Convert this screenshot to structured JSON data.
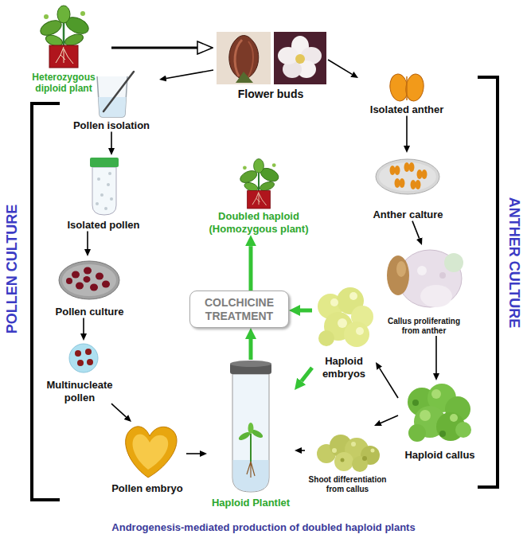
{
  "diagram": {
    "caption": "Androgenesis-mediated production of doubled haploid plants",
    "nodes": [
      {
        "text": [
          "Heterozygous diploid plant"
        ]
      },
      {
        "text": [
          "Flower buds"
        ]
      },
      {
        "text": [
          "Pollen isolation"
        ]
      },
      {
        "text": [
          "Isolated anther"
        ]
      },
      {
        "text": [
          "Isolated pollen"
        ]
      },
      {
        "text": [
          "Anther calture"
        ]
      },
      {
        "text": [
          "Doubled haploid (Homozygous plant)"
        ]
      },
      {
        "text": [
          "Callus proliferating from anther"
        ]
      },
      {
        "text": [
          "COLCHICINE TREATMENT"
        ]
      },
      {
        "text": [
          "Pollen culture"
        ]
      },
      {
        "text": [
          "Haploid embryos"
        ]
      },
      {
        "text": [
          "Multinucleate pollen"
        ]
      },
      {
        "text": [
          "Haploid callus"
        ]
      },
      {
        "text": [
          "Pollen embryo"
        ]
      },
      {
        "text": [
          "Haploid Plantlet"
        ]
      },
      {
        "text": [
          "Shoot differentiation from callus"
        ]
      }
    ],
    "edges": [
      {
        "from": 0,
        "to": 1,
        "arrow": "to"
      },
      {
        "from": 1,
        "to": 2,
        "arrow": "to"
      },
      {
        "from": 1,
        "to": 3,
        "arrow": "to"
      },
      {
        "from": 2,
        "to": 4,
        "arrow": "to"
      },
      {
        "from": 4,
        "to": 9,
        "arrow": "to"
      },
      {
        "from": 9,
        "to": 11,
        "arrow": "to"
      },
      {
        "from": 11,
        "to": 13,
        "arrow": "to"
      },
      {
        "from": 13,
        "to": 14,
        "arrow": "to"
      },
      {
        "from": 3,
        "to": 5,
        "arrow": "to"
      },
      {
        "from": 5,
        "to": 7,
        "arrow": "to"
      },
      {
        "from": 7,
        "to": 12,
        "arrow": "to"
      },
      {
        "from": 12,
        "to": 10,
        "arrow": "to"
      },
      {
        "from": 12,
        "to": 15,
        "arrow": "to"
      },
      {
        "from": 15,
        "to": 14,
        "arrow": "to"
      },
      {
        "from": 10,
        "to": 14,
        "arrow": "to"
      },
      {
        "from": 10,
        "to": 8,
        "arrow": "to"
      },
      {
        "from": 14,
        "to": 8,
        "arrow": "to"
      },
      {
        "from": 8,
        "to": 6,
        "arrow": "to"
      }
    ],
    "labels": [
      "POLLEN CULTURE",
      "ANTHER CULTURE"
    ]
  }
}
